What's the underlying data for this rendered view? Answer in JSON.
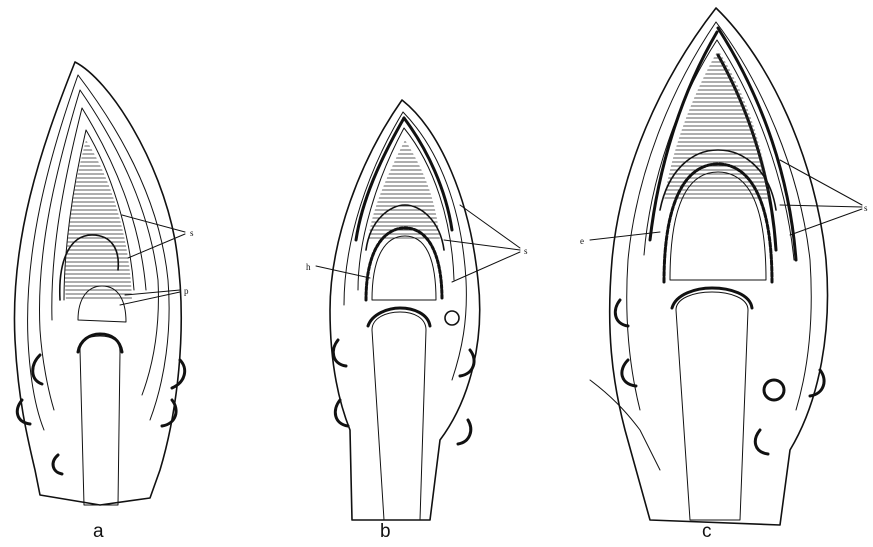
{
  "figure": {
    "panels": [
      {
        "caption": "a",
        "labels": [
          "s",
          "p"
        ]
      },
      {
        "caption": "b",
        "labels": [
          "h",
          "s"
        ]
      },
      {
        "caption": "c",
        "labels": [
          "e",
          "s"
        ]
      }
    ]
  }
}
